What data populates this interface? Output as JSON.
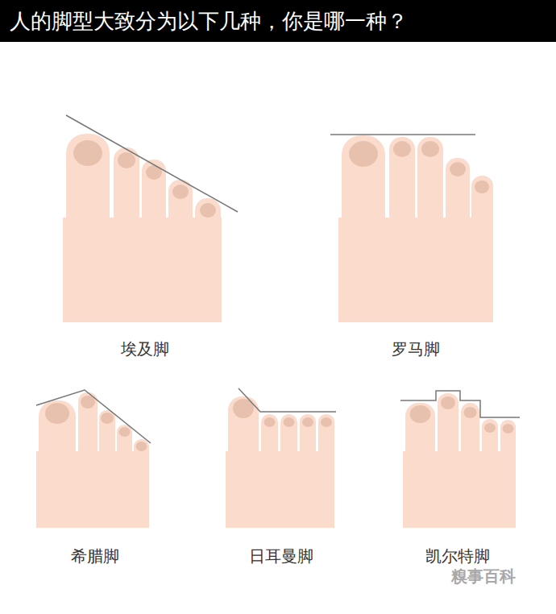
{
  "diagram": {
    "title": "人的脚型大致分为以下几种，你是哪一种？",
    "labels": [
      "埃及脚",
      "罗马脚",
      "希腊脚",
      "日耳曼脚",
      "凯尔特脚",
      "糗事百科"
    ]
  }
}
